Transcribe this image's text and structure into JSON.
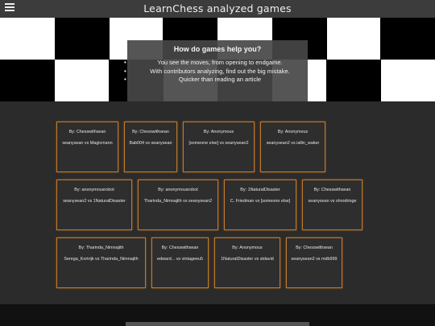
{
  "header": {
    "title": "LearnChess analyzed games",
    "menu_icon": "hamburger-menu-icon"
  },
  "info": {
    "heading": "How do games help you?",
    "points": [
      "You see the moves, from opening to endgame.",
      "With contributors analyzing, find out the big mistake.",
      "Quicker than reading an article"
    ]
  },
  "games": [
    {
      "by": "By: Chesswithsean",
      "match": "seanysean vs Magicmann"
    },
    {
      "by": "By: Chesswithsean",
      "match": "Bab004 vs seanysean"
    },
    {
      "by": "By: Anonymous",
      "match": "[someone else] vs seanysean2"
    },
    {
      "by": "By: Anonymous",
      "match": "seanysean2 vs iallin_waker"
    },
    {
      "by": "By: anonymousrobot",
      "match": "seanysean2 vs 1NaturalDisaster"
    },
    {
      "by": "By: anonymousrobot",
      "match": "Tharinda_Nimnajith vs seanysean2"
    },
    {
      "by": "By: 1NaturalDisaster",
      "match": "C. Friedman vs [someone else]"
    },
    {
      "by": "By: Chesswithsean",
      "match": "seanysean vs shrodringe"
    },
    {
      "by": "By: Tharinda_Nimnajith",
      "match": "Serega_Kortrijk vs Tharinda_Nimnajith"
    },
    {
      "by": "By: Chesswithsean",
      "match": "edward... vs vintageeu5"
    },
    {
      "by": "By: Anonymous",
      "match": "1NaturalDisaster vs stdavid"
    },
    {
      "by": "By: Chesswithsean",
      "match": "seanysean2 vs mdb999"
    }
  ],
  "colors": {
    "card_border": "#c07a2c",
    "background": "#2b2b2b",
    "topbar": "#3c3c3c"
  }
}
